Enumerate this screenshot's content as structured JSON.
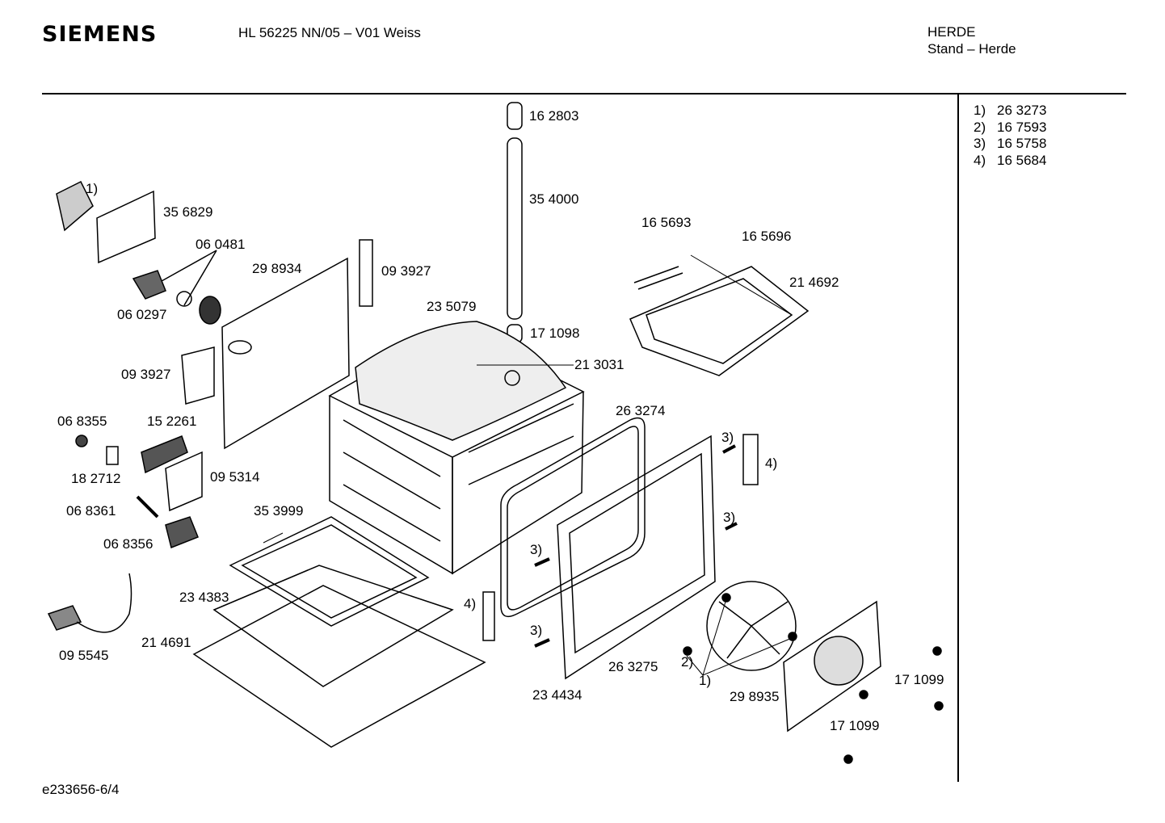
{
  "header": {
    "brand": "SIEMENS",
    "model": "HL 56225 NN/05 – V01 Weiss",
    "category": "HERDE",
    "subcategory": "Stand – Herde"
  },
  "legend": [
    {
      "key": "1)",
      "value": "26 3273"
    },
    {
      "key": "2)",
      "value": "16 7593"
    },
    {
      "key": "3)",
      "value": "16 5758"
    },
    {
      "key": "4)",
      "value": "16 5684"
    }
  ],
  "parts": {
    "p162803": "16 2803",
    "p354000": "35 4000",
    "p171098": "17 1098",
    "p213031": "21 3031",
    "p235079": "23 5079",
    "p356829": "35 6829",
    "p060481": "06 0481",
    "p060297": "06 0297",
    "p298934": "29 8934",
    "p093927a": "09 3927",
    "p093927b": "09 3927",
    "p068355": "06 8355",
    "p152261": "15 2261",
    "p182712": "18 2712",
    "p095314": "09 5314",
    "p068361": "06 8361",
    "p068356": "06 8356",
    "p353999": "35 3999",
    "p234383": "23 4383",
    "p095545": "09 5545",
    "p214691": "21 4691",
    "p165693": "16 5693",
    "p165696": "16 5696",
    "p214692": "21 4692",
    "p263274": "26 3274",
    "p263275": "26 3275",
    "p234434": "23 4434",
    "p298935": "29 8935",
    "p171099a": "17 1099",
    "p171099b": "17 1099"
  },
  "refs": {
    "r1a": "1)",
    "r1b": "1)",
    "r2": "2)",
    "r3a": "3)",
    "r3b": "3)",
    "r3c": "3)",
    "r3d": "3)",
    "r4a": "4)",
    "r4b": "4)"
  },
  "footer": {
    "drawing_id": "e233656-6/4"
  }
}
